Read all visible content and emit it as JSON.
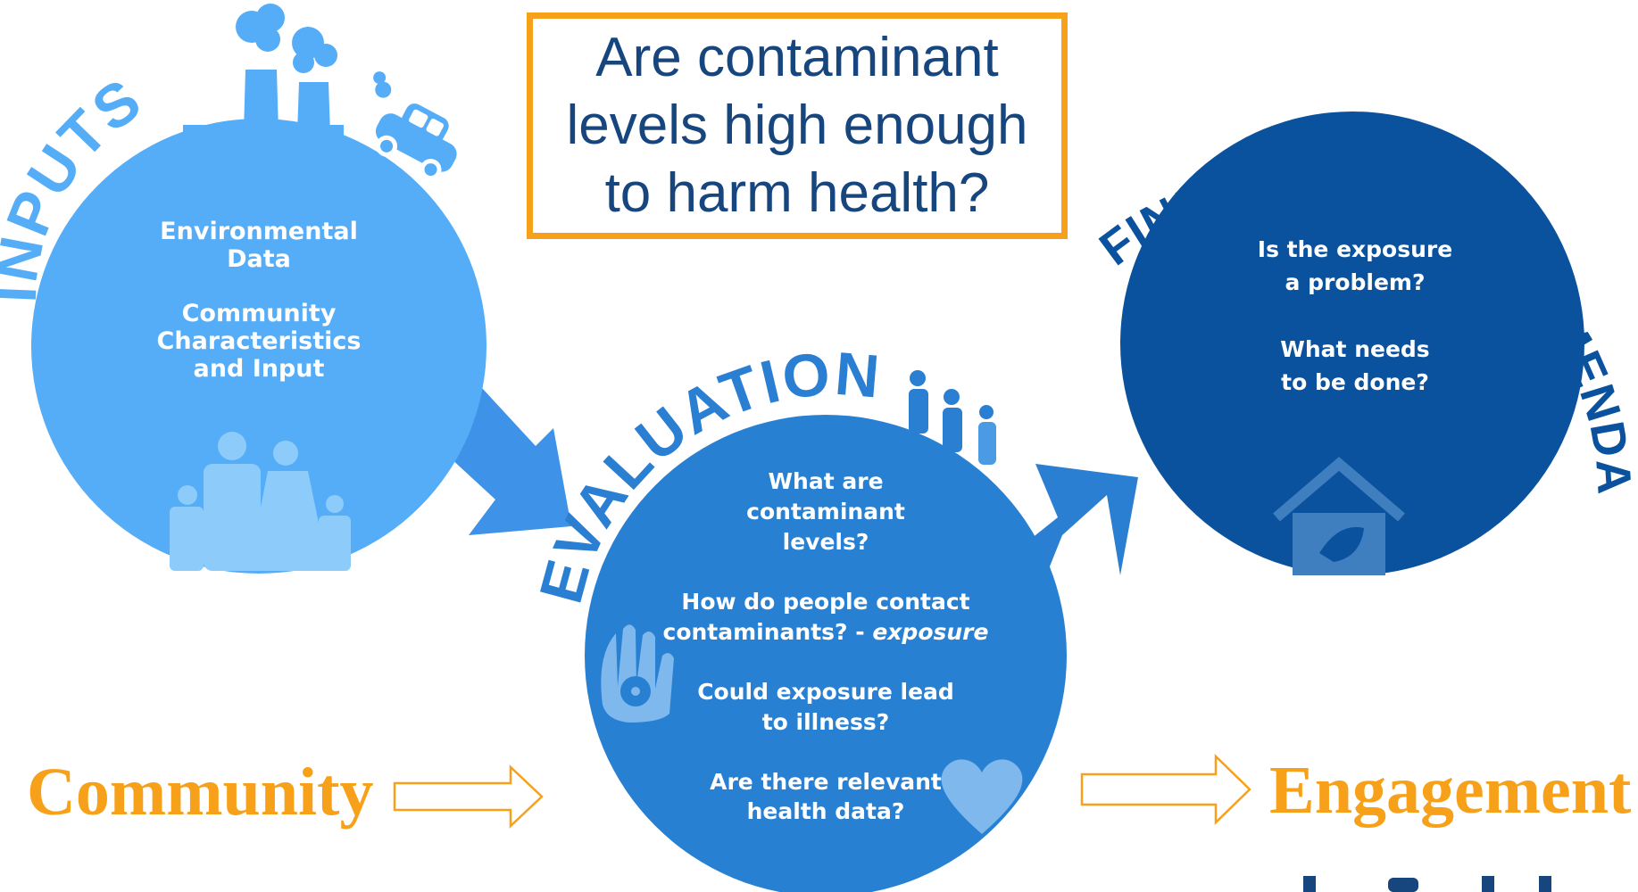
{
  "question": {
    "text": "Are contaminant\nlevels high enough\nto harm health?"
  },
  "inputs": {
    "arc_label": "INPUTS",
    "lines": [
      "Environmental",
      "Data",
      "Community",
      "Characteristics",
      "and Input"
    ]
  },
  "evaluation": {
    "arc_label": "EVALUATION",
    "lines": [
      "What are",
      "contaminant",
      "levels?",
      "How do people contact",
      "contaminants? - ",
      "Could exposure lead",
      "to illness?",
      "Are there relevant",
      "health data?"
    ],
    "emphasis": "exposure"
  },
  "findings": {
    "arc_label": "FINDINGS & RECOMMENDATIONS",
    "lines": [
      "Is the exposure",
      "a problem?",
      "What needs",
      "to be done?"
    ]
  },
  "bottom": {
    "left_word": "Community",
    "right_word": "Engagement"
  },
  "colors": {
    "inputs_circle": "#55adf7",
    "evaluation_circle": "#2880d3",
    "findings_circle": "#0b529e",
    "accent_orange": "#f7a11a",
    "title_text": "#17467f"
  },
  "icons": [
    "factory-icon",
    "smoke-icon",
    "car-icon",
    "family-icon",
    "people-icon",
    "hand-radiation-icon",
    "heart-icon",
    "house-leaf-icon",
    "outline-arrow-icon"
  ]
}
